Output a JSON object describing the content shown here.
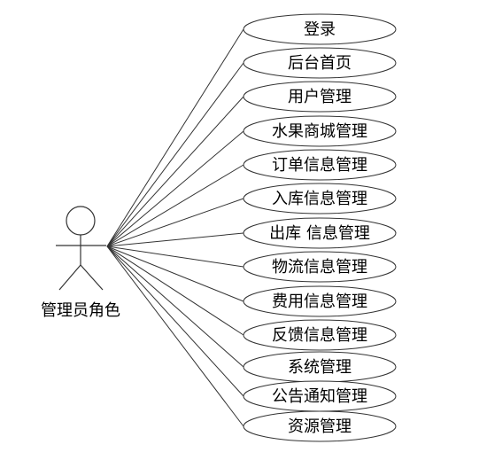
{
  "actor": {
    "label": "管理员角色"
  },
  "use_cases": [
    "登录",
    "后台首页",
    "用户管理",
    "水果商城管理",
    "订单信息管理",
    "入库信息管理",
    "出库 信息管理",
    "物流信息管理",
    "费用信息管理",
    "反馈信息管理",
    "系统管理",
    "公告通知管理",
    "资源管理"
  ]
}
